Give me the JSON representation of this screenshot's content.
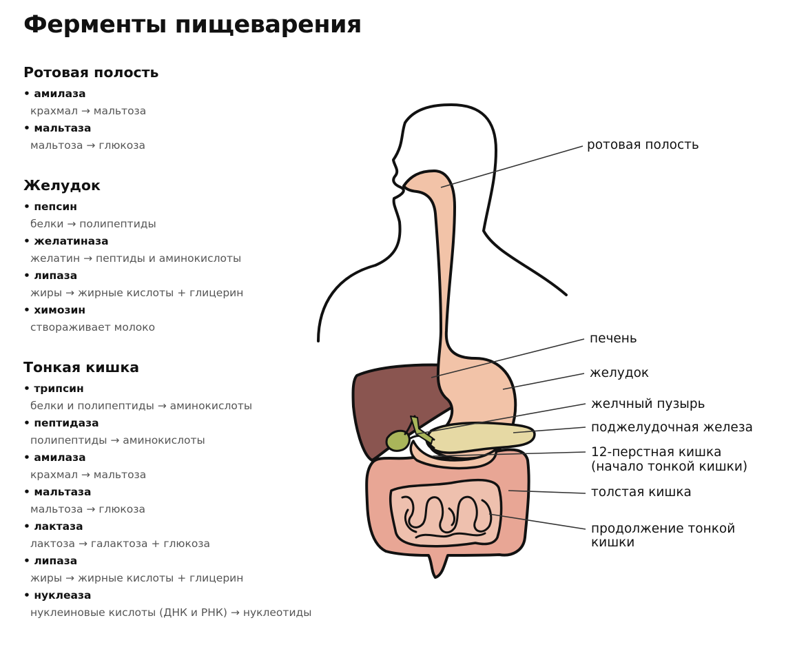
{
  "title": "Ферменты пищеварения",
  "sections": [
    {
      "title": "Ротовая полость",
      "enzymes": [
        {
          "name": "амилаза",
          "reaction": "крахмал → мальтоза"
        },
        {
          "name": "мальтаза",
          "reaction": "мальтоза → глюкоза"
        }
      ]
    },
    {
      "title": "Желудок",
      "enzymes": [
        {
          "name": "пепсин",
          "reaction": "белки → полипептиды"
        },
        {
          "name": "желатиназа",
          "reaction": "желатин → пептиды и аминокислоты"
        },
        {
          "name": "липаза",
          "reaction": "жиры → жирные кислоты + глицерин"
        },
        {
          "name": "химозин",
          "reaction": "створаживает молоко"
        }
      ]
    },
    {
      "title": "Тонкая кишка",
      "enzymes": [
        {
          "name": "трипсин",
          "reaction": "белки и полипептиды → аминокислоты"
        },
        {
          "name": "пептидаза",
          "reaction": "полипептиды → аминокислоты"
        },
        {
          "name": "амилаза",
          "reaction": "крахмал → мальтоза"
        },
        {
          "name": "мальтаза",
          "reaction": "мальтоза → глюкоза"
        },
        {
          "name": "лактаза",
          "reaction": "лактоза → галактоза + глюкоза"
        },
        {
          "name": "липаза",
          "reaction": "жиры → жирные кислоты + глицерин"
        },
        {
          "name": "нуклеаза",
          "reaction": "нуклеиновые кислоты (ДНК и РНК) → нуклеотиды"
        }
      ]
    }
  ],
  "labels": {
    "mouth": "ротовая полость",
    "liver": "печень",
    "stomach": "желудок",
    "gallbladder": "желчный пузырь",
    "pancreas": "поджелудочная железа",
    "duodenum_1": "12-перстная кишка",
    "duodenum_2": "(начало тонкой кишки)",
    "colon": "толстая кишка",
    "small_int_1": "продолжение тонкой",
    "small_int_2": "кишки"
  },
  "colors": {
    "esophagus": "#f2c3a8",
    "liver": "#8a5550",
    "gallbladder": "#a9b55a",
    "pancreas": "#e6d9a4",
    "intestine": "#e8a695",
    "outline": "#111111"
  }
}
